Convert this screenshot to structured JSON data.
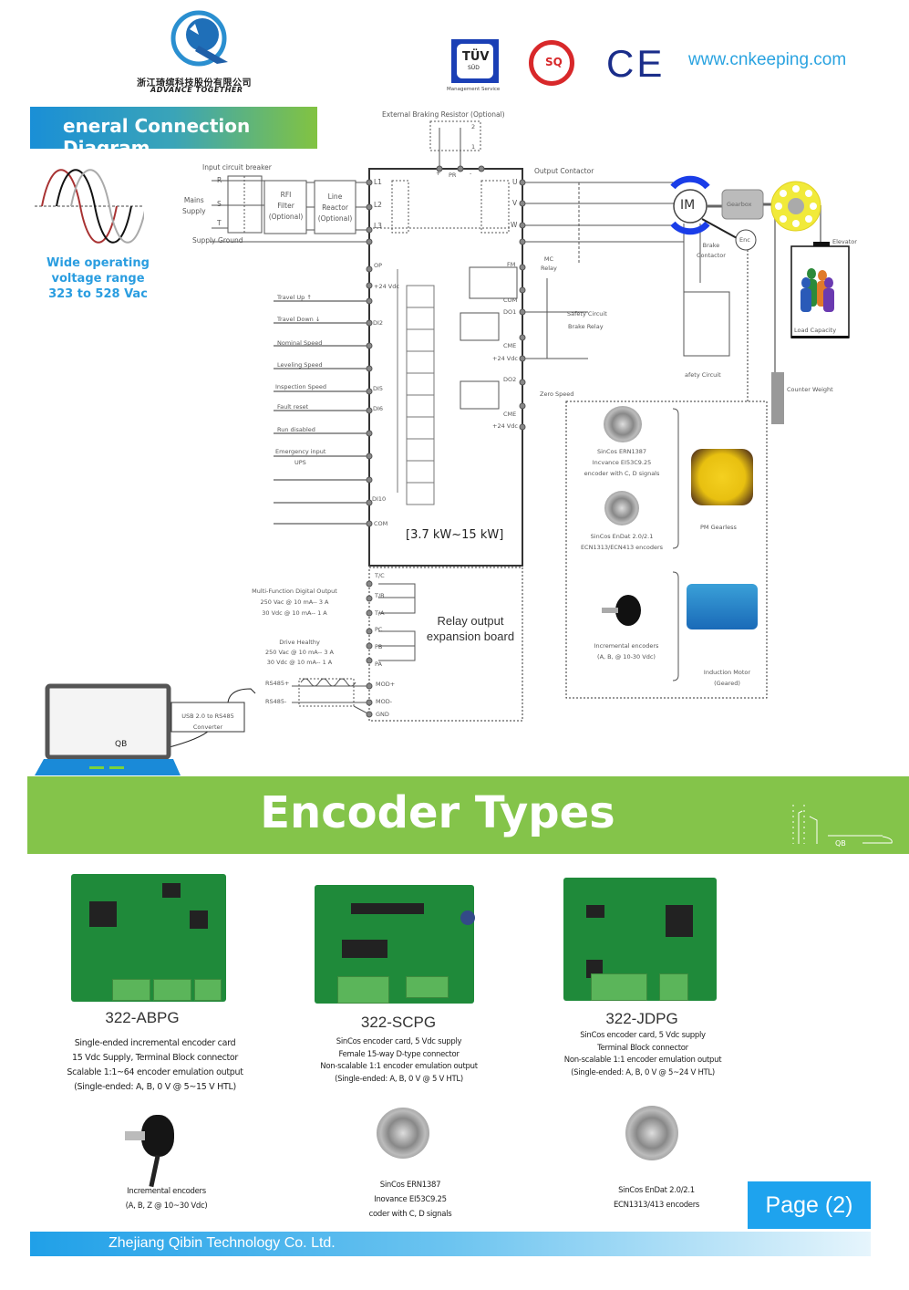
{
  "header": {
    "company_cn": "浙江琦缤科技股份有限公司",
    "slogan": "ADVANCE TOGETHER",
    "tuv_label": "TÜV",
    "tuv_sub": "SÜD",
    "tuv_caption": "Management Service",
    "csq_label": "SQ",
    "ce_mark": "CE",
    "website": "www.cnkeeping.com"
  },
  "connection_section": {
    "title": "eneral Connection Diagram",
    "voltage_text": [
      "Wide operating",
      "voltage range",
      "323 to 528 Vac"
    ],
    "input": {
      "breaker": "Input circuit breaker",
      "mains": [
        "Mains",
        "Supply"
      ],
      "phases": [
        "R",
        "S",
        "T"
      ],
      "rfi": [
        "RFI",
        "Filter",
        "(Optional)"
      ],
      "reactor": [
        "Line",
        "Reactor",
        "(Optional)"
      ],
      "ground": "Supply Ground"
    },
    "braking_resistor": "External Braking Resistor (Optional)",
    "br_terminals": [
      "+",
      "PR",
      "-"
    ],
    "br_nums": [
      "2",
      "1"
    ],
    "drive_inputs": [
      "L1",
      "L2",
      "L3"
    ],
    "drive_outputs": [
      "U",
      "V",
      "W"
    ],
    "output_contactor": "Output Contactor",
    "motor": "IM",
    "gearbox": "Gearbox",
    "encoder": "Enc",
    "brake_contactor": [
      "Brake",
      "Contactor"
    ],
    "safety_circuit_right": "afety Circuit",
    "elevator": "Elevator",
    "load_capacity": "Load Capacity",
    "counter_weight": "Counter Weight",
    "digital_inputs": [
      {
        "label": "Travel Up ↑",
        "terminal": ""
      },
      {
        "label": "Travel Down ↓",
        "terminal": "DI2"
      },
      {
        "label": "Nominal Speed",
        "terminal": ""
      },
      {
        "label": "Leveling Speed",
        "terminal": ""
      },
      {
        "label": "Inspection Speed",
        "terminal": "DI5"
      },
      {
        "label": "Fault reset",
        "terminal": "DI6"
      },
      {
        "label": "Run disabled",
        "terminal": ""
      },
      {
        "label": "Emergency input",
        "terminal": ""
      },
      {
        "label": "",
        "terminal": ""
      },
      {
        "label": "",
        "terminal": "DI10"
      }
    ],
    "ups_label": "UPS",
    "op_label": "OP",
    "v24_label": "+24 Vdc",
    "com_label": "COM",
    "power_range": "[3.7 kW~15 kW]",
    "outputs": {
      "fm": "FM",
      "com": "COM",
      "do1": "DO1",
      "cme": "CME",
      "v24": "+24 Vdc",
      "do2": "DO2",
      "mc_relay": [
        "MC",
        "Relay"
      ],
      "safety_circuit": "Safety Circuit",
      "brake_relay": "Brake Relay",
      "zero_speed": "Zero Speed"
    },
    "relay_board": {
      "title": [
        "Relay output",
        "expansion board"
      ],
      "terminals": [
        "T/C",
        "T/B",
        "T/A",
        "PC",
        "PB",
        "PA",
        "MOD+",
        "MOD-",
        "GND"
      ],
      "mfdo": [
        "Multi-Function Digital Output",
        "250 Vac @ 10 mA-- 3 A",
        "30 Vdc @ 10 mA-- 1 A"
      ],
      "healthy": [
        "Drive Healthy",
        "250 Vac @ 10 mA-- 3 A",
        "30 Vdc @ 10 mA-- 1 A"
      ],
      "rs485": [
        "RS485+",
        "RS485-"
      ]
    },
    "converter": [
      "USB 2.0 to RS485",
      "Converter"
    ],
    "laptop_label": "QB",
    "encoder_panel": [
      {
        "text": [
          "SinCos ERN1387",
          "Incvance EI53C9.25",
          "encoder with C, D signals"
        ]
      },
      {
        "text": [
          "SinCos EnDat  2.0/2.1",
          "ECN1313/ECN413 encoders"
        ]
      },
      {
        "text": [
          "Incremental encoders",
          "(A, B, @ 10-30 Vdc)"
        ]
      }
    ],
    "motor_types": [
      {
        "label": [
          "PM Gearless"
        ]
      },
      {
        "label": [
          "Induction Motor",
          "(Geared)"
        ]
      }
    ]
  },
  "encoder_section": {
    "title": "Encoder Types",
    "icon_label": "QB",
    "cards": [
      {
        "name": "322-ABPG",
        "desc": [
          "Single-ended incremental encoder card",
          "15 Vdc Supply, Terminal Block connector",
          "Scalable 1:1~64 encoder emulation output",
          "(Single-ended: A, B, 0 V @ 5~15 V HTL)"
        ]
      },
      {
        "name": "322-SCPG",
        "desc": [
          "SinCos encoder card, 5 Vdc supply",
          "Female 15-way D-type connector",
          "Non-scalable 1:1 encoder emulation output",
          "(Single-ended: A, B, 0 V @ 5 V HTL)"
        ]
      },
      {
        "name": "322-JDPG",
        "desc": [
          "SinCos encoder card, 5 Vdc supply",
          "Terminal Block connector",
          "Non-scalable 1:1 encoder emulation output",
          "(Single-ended: A, B, 0 V @ 5~24 V HTL)"
        ]
      }
    ],
    "encoders": [
      {
        "desc": [
          "Incremental encoders",
          "(A, B, Z @ 10~30 Vdc)"
        ]
      },
      {
        "desc": [
          "SinCos ERN1387",
          "Inovance EI53C9.25",
          "coder with C, D signals"
        ]
      },
      {
        "desc": [
          "SinCos EnDat 2.0/2.1",
          "ECN1313/413 encoders"
        ]
      }
    ]
  },
  "footer": {
    "page_label": "Page (2)",
    "company": "Zhejiang Qibin Technology Co. Ltd."
  }
}
